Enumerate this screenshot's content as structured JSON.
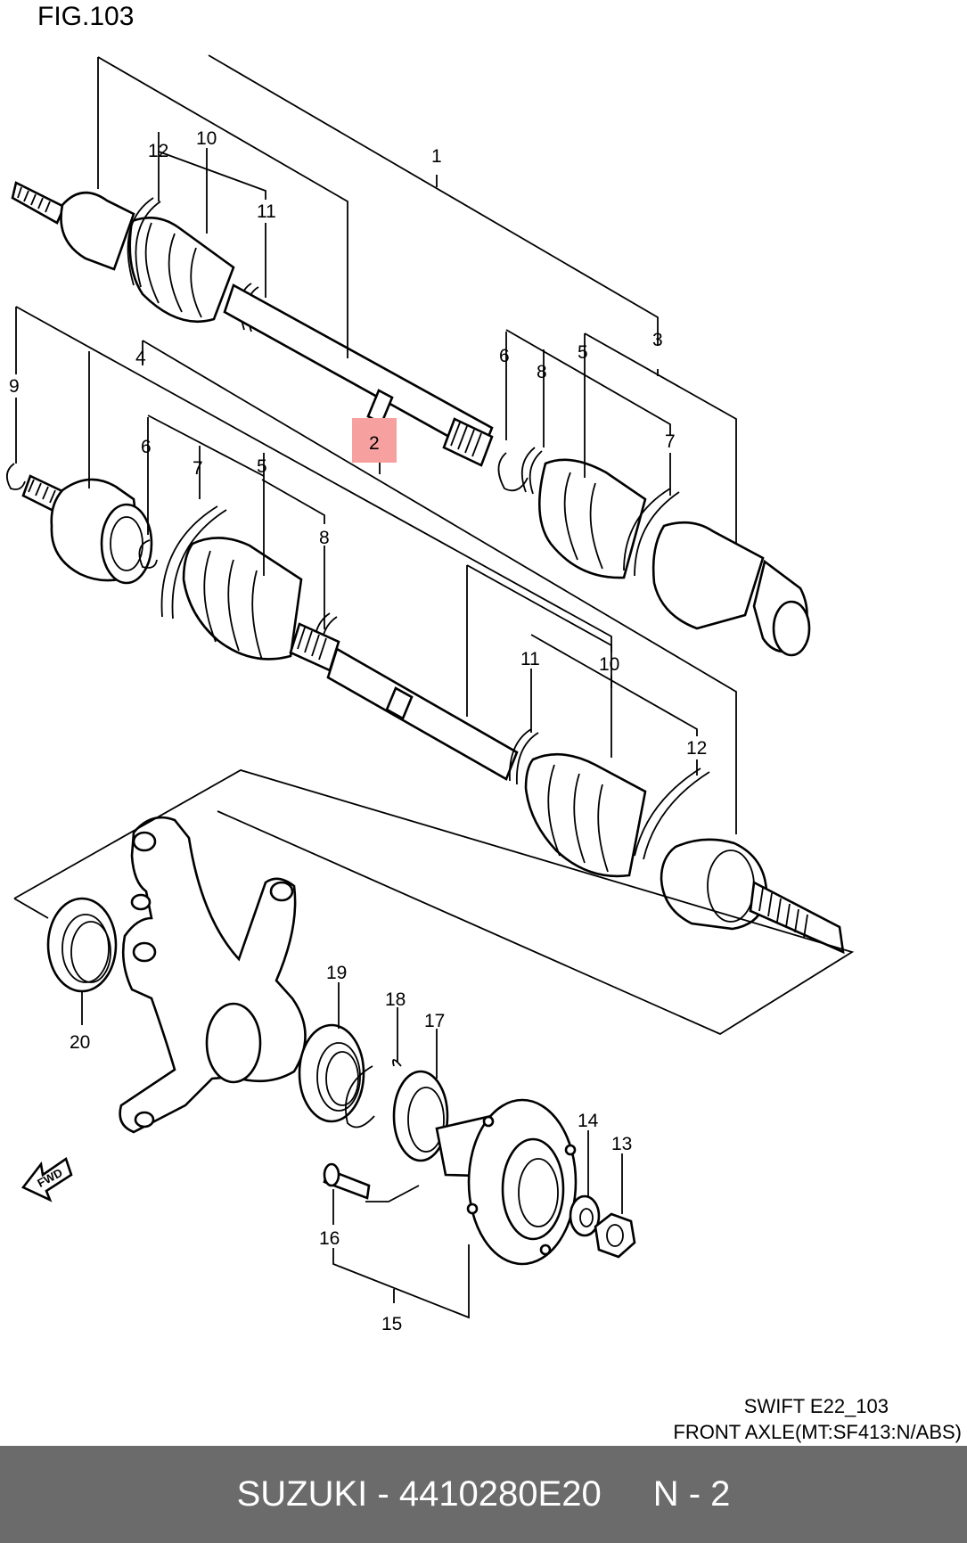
{
  "figure": {
    "title": "FIG.103",
    "callouts": [
      "1",
      "2",
      "3",
      "4",
      "5",
      "5",
      "6",
      "6",
      "7",
      "7",
      "8",
      "8",
      "9",
      "10",
      "10",
      "11",
      "11",
      "12",
      "12",
      "13",
      "14",
      "15",
      "16",
      "17",
      "18",
      "19",
      "20"
    ],
    "highlight_color": "#f7a0a0",
    "fwd_label": "FWD"
  },
  "caption": {
    "line1": "SWIFT E22_103",
    "line2": "FRONT AXLE(MT:SF413:N/ABS)"
  },
  "footer": {
    "part_text": "SUZUKI - 4410280E20",
    "position_text": "N - 2",
    "background": "#6b6b6b"
  }
}
